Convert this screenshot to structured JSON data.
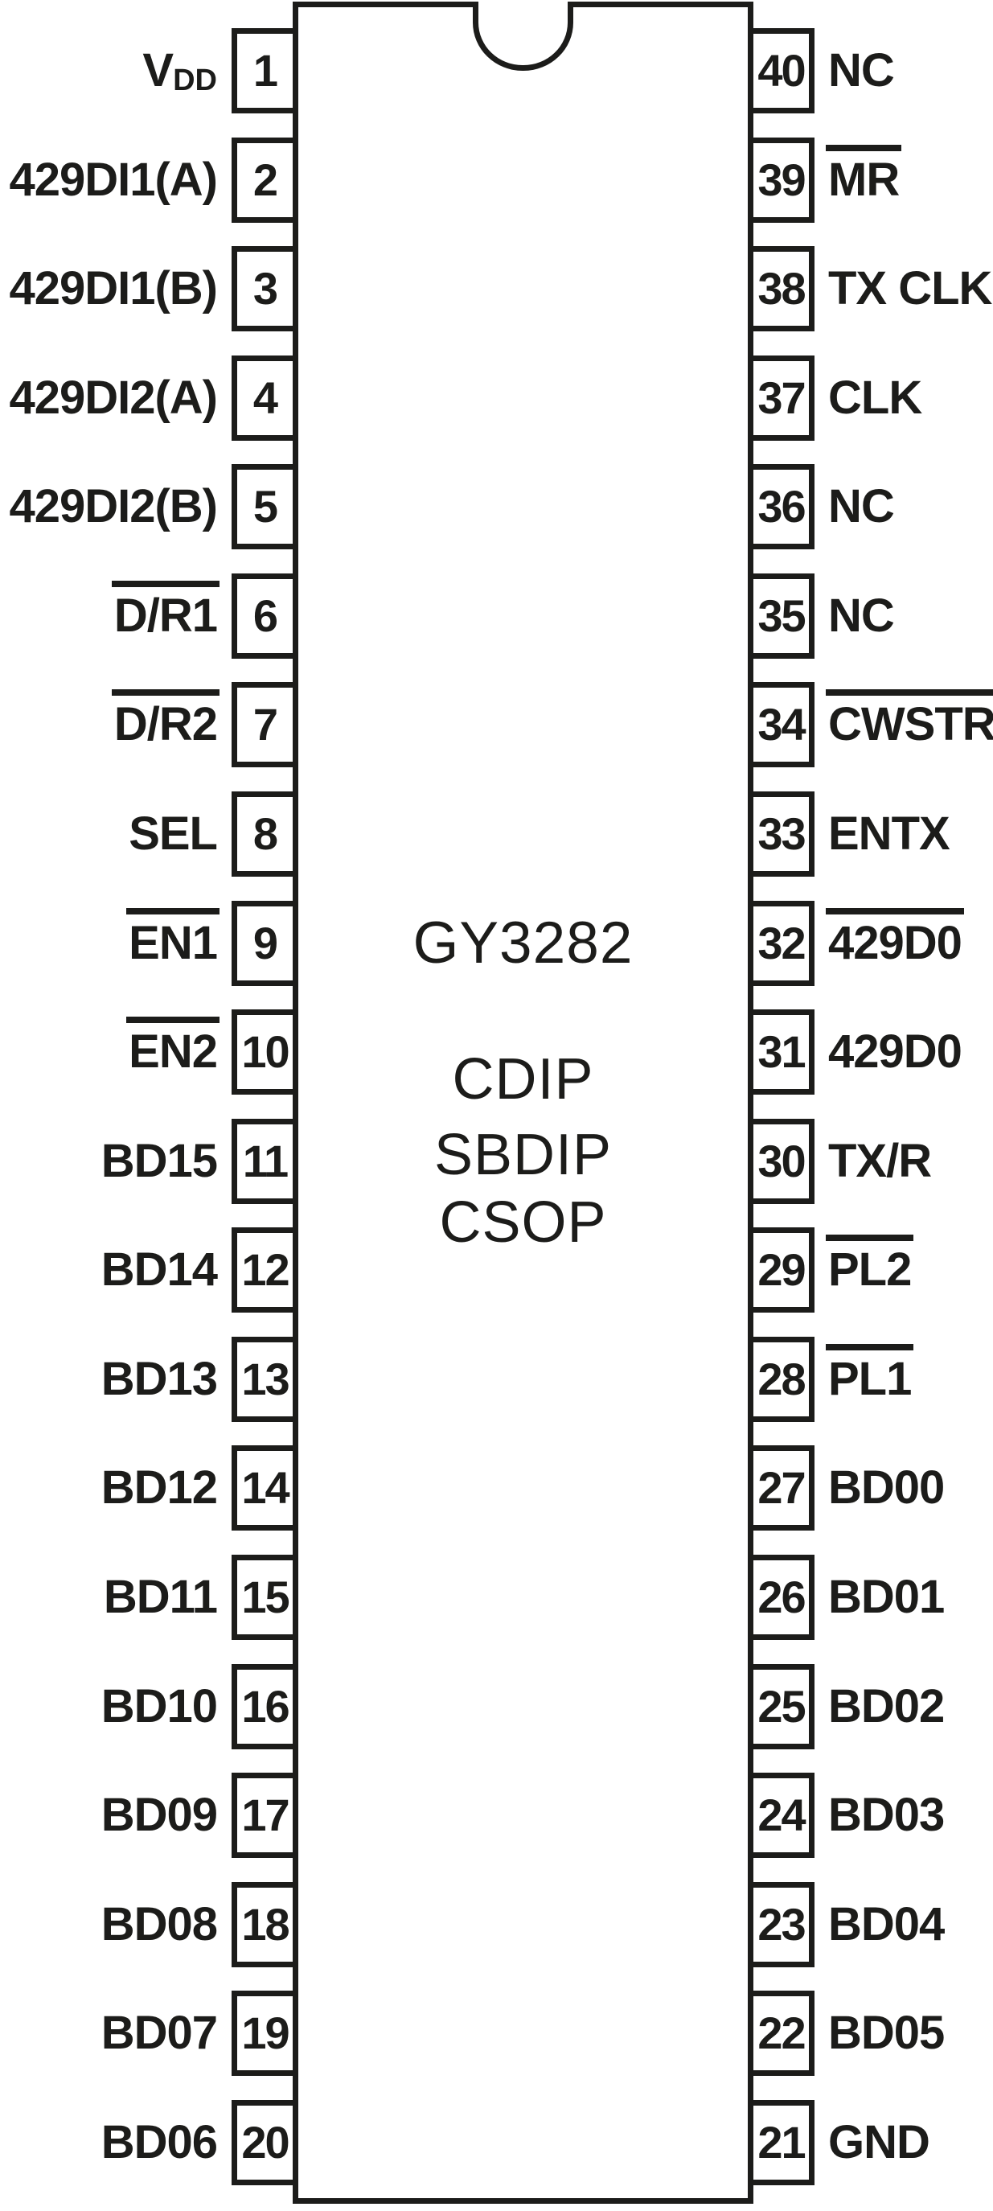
{
  "chip": {
    "part_number": "GY3282",
    "packages": [
      "CDIP",
      "SBDIP",
      "CSOP"
    ],
    "pin_count": 40
  },
  "colors": {
    "ink": "#1c1c1a",
    "background": "#ffffff"
  },
  "pins": {
    "left": [
      {
        "num": "1",
        "label": "V",
        "sub": "DD",
        "overline": false
      },
      {
        "num": "2",
        "label": "429DI1(A)",
        "overline": false
      },
      {
        "num": "3",
        "label": "429DI1(B)",
        "overline": false
      },
      {
        "num": "4",
        "label": "429DI2(A)",
        "overline": false
      },
      {
        "num": "5",
        "label": "429DI2(B)",
        "overline": false
      },
      {
        "num": "6",
        "label": "D/R1",
        "overline": true
      },
      {
        "num": "7",
        "label": "D/R2",
        "overline": true
      },
      {
        "num": "8",
        "label": "SEL",
        "overline": false
      },
      {
        "num": "9",
        "label": "EN1",
        "overline": true
      },
      {
        "num": "10",
        "label": "EN2",
        "overline": true
      },
      {
        "num": "11",
        "label": "BD15",
        "overline": false
      },
      {
        "num": "12",
        "label": "BD14",
        "overline": false
      },
      {
        "num": "13",
        "label": "BD13",
        "overline": false
      },
      {
        "num": "14",
        "label": "BD12",
        "overline": false
      },
      {
        "num": "15",
        "label": "BD11",
        "overline": false
      },
      {
        "num": "16",
        "label": "BD10",
        "overline": false
      },
      {
        "num": "17",
        "label": "BD09",
        "overline": false
      },
      {
        "num": "18",
        "label": "BD08",
        "overline": false
      },
      {
        "num": "19",
        "label": "BD07",
        "overline": false
      },
      {
        "num": "20",
        "label": "BD06",
        "overline": false
      }
    ],
    "right": [
      {
        "num": "40",
        "label": "NC",
        "overline": false
      },
      {
        "num": "39",
        "label": "MR",
        "overline": true
      },
      {
        "num": "38",
        "label": "TX CLK",
        "overline": false
      },
      {
        "num": "37",
        "label": "CLK",
        "overline": false
      },
      {
        "num": "36",
        "label": "NC",
        "overline": false
      },
      {
        "num": "35",
        "label": "NC",
        "overline": false
      },
      {
        "num": "34",
        "label": "CWSTR",
        "overline": true
      },
      {
        "num": "33",
        "label": "ENTX",
        "overline": false
      },
      {
        "num": "32",
        "label": "429D0",
        "overline": true
      },
      {
        "num": "31",
        "label": "429D0",
        "overline": false
      },
      {
        "num": "30",
        "label": "TX/R",
        "overline": false
      },
      {
        "num": "29",
        "label": "PL2",
        "overline": true
      },
      {
        "num": "28",
        "label": "PL1",
        "overline": true
      },
      {
        "num": "27",
        "label": "BD00",
        "overline": false
      },
      {
        "num": "26",
        "label": "BD01",
        "overline": false
      },
      {
        "num": "25",
        "label": "BD02",
        "overline": false
      },
      {
        "num": "24",
        "label": "BD03",
        "overline": false
      },
      {
        "num": "23",
        "label": "BD04",
        "overline": false
      },
      {
        "num": "22",
        "label": "BD05",
        "overline": false
      },
      {
        "num": "21",
        "label": "GND",
        "overline": false
      }
    ]
  }
}
